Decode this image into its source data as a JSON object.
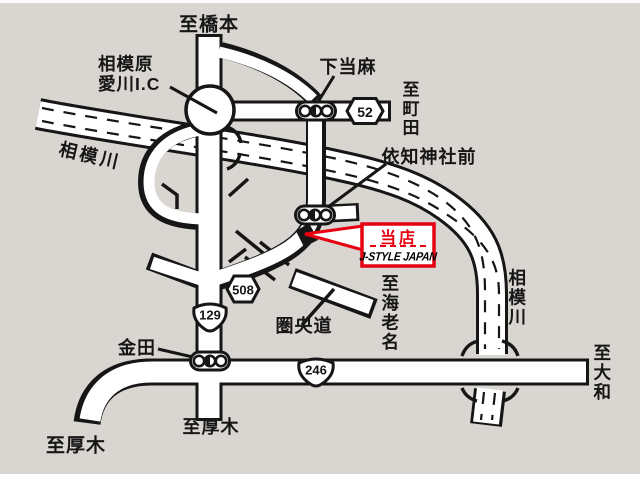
{
  "map": {
    "colors": {
      "background": "#d9d5d1",
      "road_fill": "#ffffff",
      "outline": "#161616",
      "accent_red": "#e60012"
    },
    "labels": {
      "to_hashimoto": "至橋本",
      "sagamihara_aikawa_ic": "相模原\n愛川I.C",
      "sagami_river_left": "相模川",
      "shimo_taima": "下当麻",
      "to_machida": "至町田",
      "echi_jinja_mae": "依知神社前",
      "kenodo": "圏央道",
      "to_ebina": "至海老名",
      "sagami_river_right": "相模川",
      "to_yamato": "至大和",
      "kaneda": "金田",
      "to_atsugi_southwest": "至厚木",
      "to_atsugi_south": "至厚木"
    },
    "badges": {
      "route_52": "52",
      "route_508": "508",
      "route_129": "129",
      "route_246": "246"
    },
    "callout": {
      "store": "当店",
      "brand": "J-STYLE JAPAN"
    },
    "icons": {
      "traffic_signal": "three-circle-signal",
      "interchange": "circle-junction",
      "store_marker": "black-parallelogram",
      "bridge": "flared-bank-marks"
    }
  }
}
